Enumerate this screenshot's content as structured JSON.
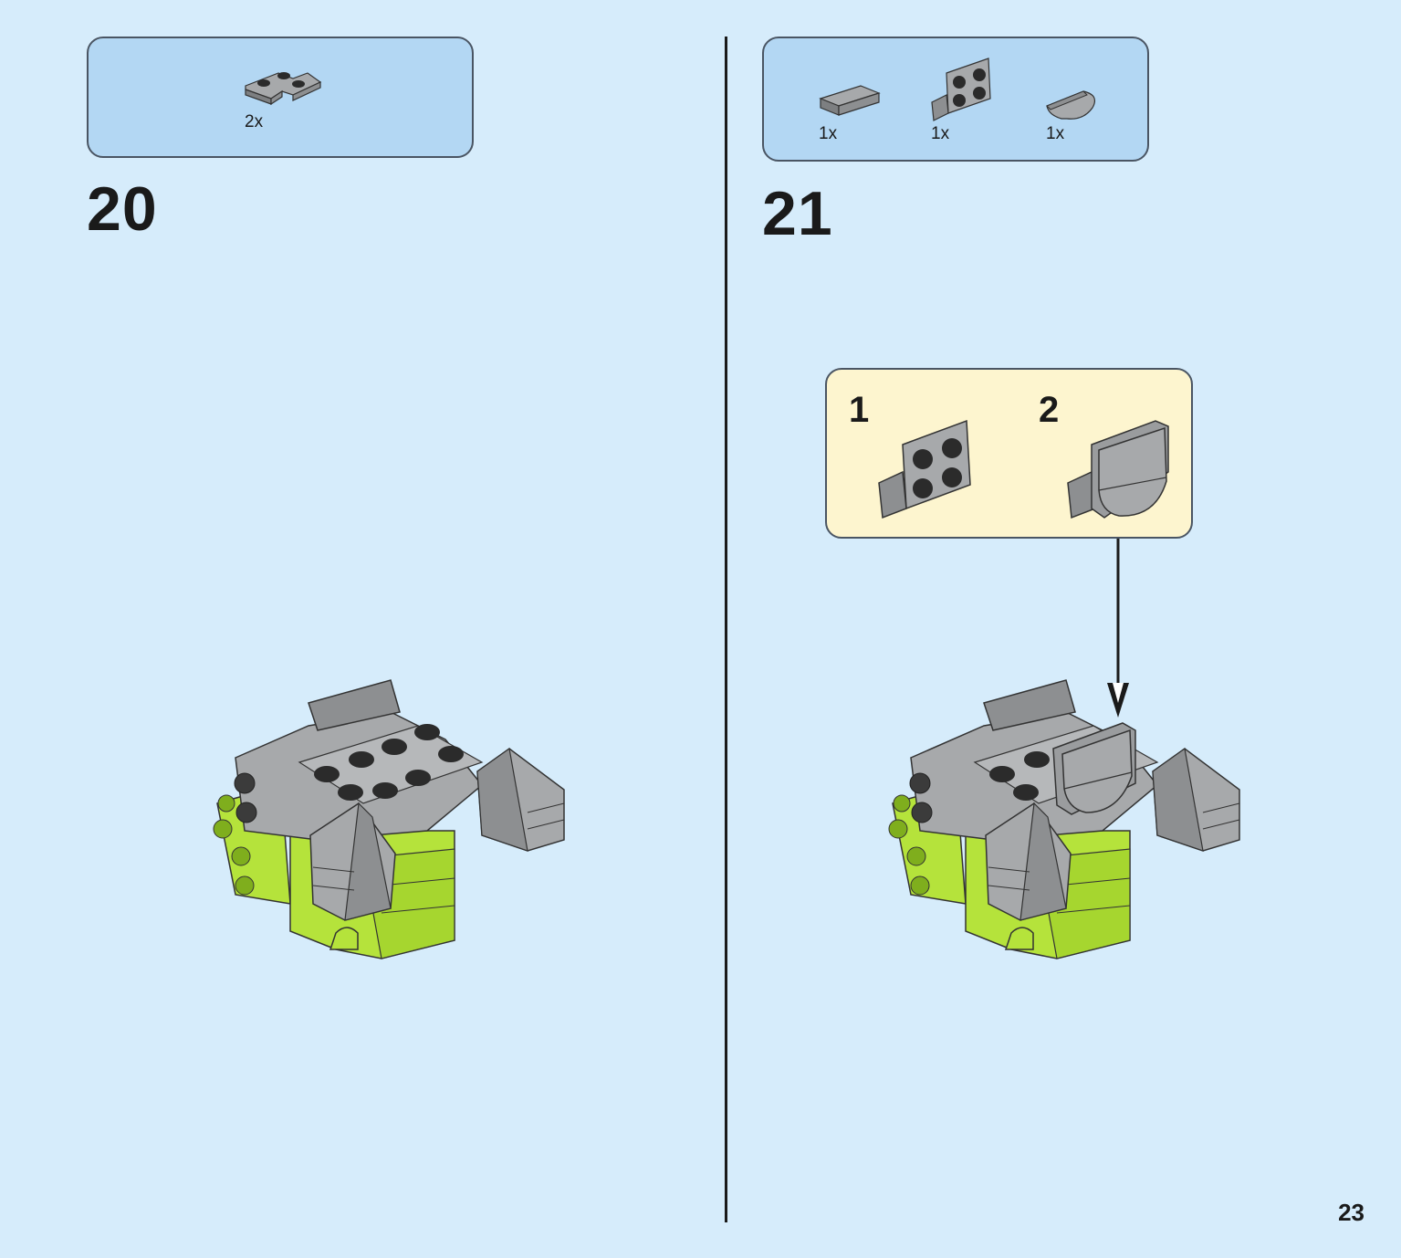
{
  "page": {
    "number": "23",
    "colors": {
      "background": "#d6ecfb",
      "parts_box": "#b3d7f3",
      "subassembly_box": "#fdf5cf",
      "brick_gray": "#9a9c9e",
      "brick_lime": "#b5e33b",
      "stud_dark": "#2b2b2b"
    }
  },
  "steps": [
    {
      "number": "20",
      "parts": [
        {
          "icon": "l-plate-2x2-icon",
          "qty": "2x"
        }
      ]
    },
    {
      "number": "21",
      "parts": [
        {
          "icon": "tile-1x2-icon",
          "qty": "1x"
        },
        {
          "icon": "bracket-1x2-2x2-icon",
          "qty": "1x"
        },
        {
          "icon": "tile-round-half-icon",
          "qty": "1x"
        }
      ],
      "subassembly": {
        "substeps": [
          {
            "number": "1",
            "icon": "bracket-1x2-2x2-icon"
          },
          {
            "number": "2",
            "icon": "bracket-with-half-tile-icon"
          }
        ]
      }
    }
  ]
}
